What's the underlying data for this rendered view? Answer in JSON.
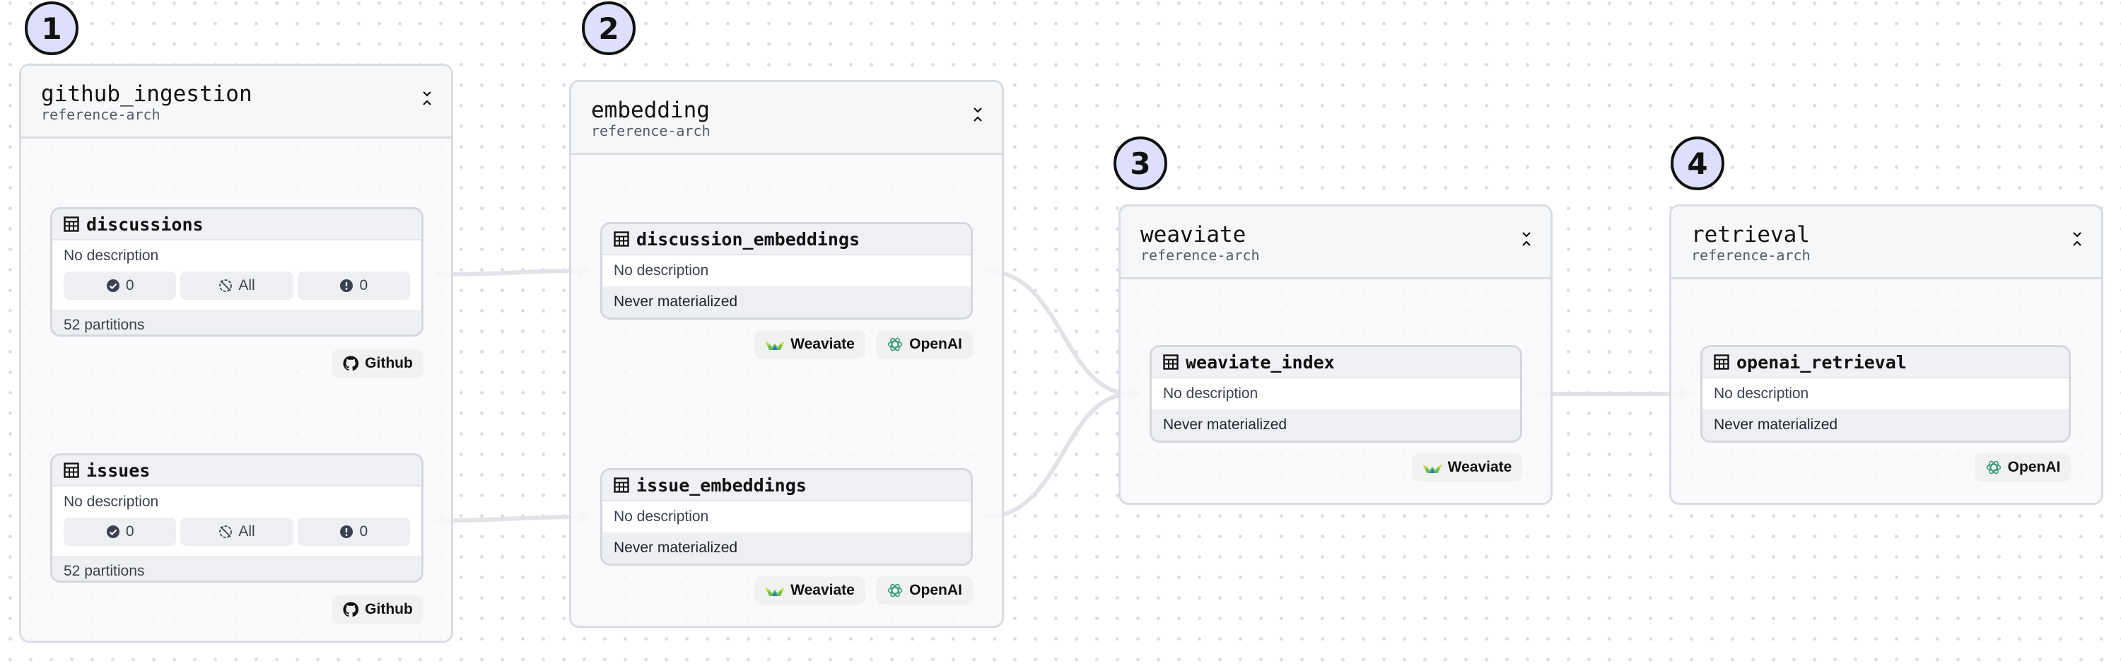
{
  "colors": {
    "step_fill": "#dddffc",
    "edge": "#e2e3e8",
    "openai_green": "#3d9e7a",
    "weaviate_green": "#6cc04a",
    "weaviate_yellow": "#c9d82e"
  },
  "steps": [
    "1",
    "2",
    "3",
    "4"
  ],
  "groups": [
    {
      "title": "github_ingestion",
      "subtitle": "reference-arch",
      "collapse_icon": "chevron-collapse-icon",
      "assets": [
        {
          "name": "discussions",
          "icon": "table-icon",
          "description": "No description",
          "stats": [
            {
              "icon": "check-circle-icon",
              "value": "0"
            },
            {
              "icon": "missing-icon",
              "value": "All"
            },
            {
              "icon": "error-circle-icon",
              "value": "0"
            }
          ],
          "footer": "52 partitions",
          "tags": [
            {
              "label": "Github",
              "icon": "github-icon"
            }
          ]
        },
        {
          "name": "issues",
          "icon": "table-icon",
          "description": "No description",
          "stats": [
            {
              "icon": "check-circle-icon",
              "value": "0"
            },
            {
              "icon": "missing-icon",
              "value": "All"
            },
            {
              "icon": "error-circle-icon",
              "value": "0"
            }
          ],
          "footer": "52 partitions",
          "tags": [
            {
              "label": "Github",
              "icon": "github-icon"
            }
          ]
        }
      ]
    },
    {
      "title": "embedding",
      "subtitle": "reference-arch",
      "collapse_icon": "chevron-collapse-icon",
      "assets": [
        {
          "name": "discussion_embeddings",
          "icon": "table-icon",
          "description": "No description",
          "footer": "Never materialized",
          "tags": [
            {
              "label": "Weaviate",
              "icon": "weaviate-icon"
            },
            {
              "label": "OpenAI",
              "icon": "openai-icon"
            }
          ]
        },
        {
          "name": "issue_embeddings",
          "icon": "table-icon",
          "description": "No description",
          "footer": "Never materialized",
          "tags": [
            {
              "label": "Weaviate",
              "icon": "weaviate-icon"
            },
            {
              "label": "OpenAI",
              "icon": "openai-icon"
            }
          ]
        }
      ]
    },
    {
      "title": "weaviate",
      "subtitle": "reference-arch",
      "collapse_icon": "chevron-collapse-icon",
      "assets": [
        {
          "name": "weaviate_index",
          "icon": "table-icon",
          "description": "No description",
          "footer": "Never materialized",
          "tags": [
            {
              "label": "Weaviate",
              "icon": "weaviate-icon"
            }
          ]
        }
      ]
    },
    {
      "title": "retrieval",
      "subtitle": "reference-arch",
      "collapse_icon": "chevron-collapse-icon",
      "assets": [
        {
          "name": "openai_retrieval",
          "icon": "table-icon",
          "description": "No description",
          "footer": "Never materialized",
          "tags": [
            {
              "label": "OpenAI",
              "icon": "openai-icon"
            }
          ]
        }
      ]
    }
  ],
  "edges": [
    {
      "from": "discussions",
      "to": "discussion_embeddings"
    },
    {
      "from": "issues",
      "to": "issue_embeddings"
    },
    {
      "from": "discussion_embeddings",
      "to": "weaviate_index"
    },
    {
      "from": "issue_embeddings",
      "to": "weaviate_index"
    },
    {
      "from": "weaviate_index",
      "to": "openai_retrieval"
    }
  ]
}
